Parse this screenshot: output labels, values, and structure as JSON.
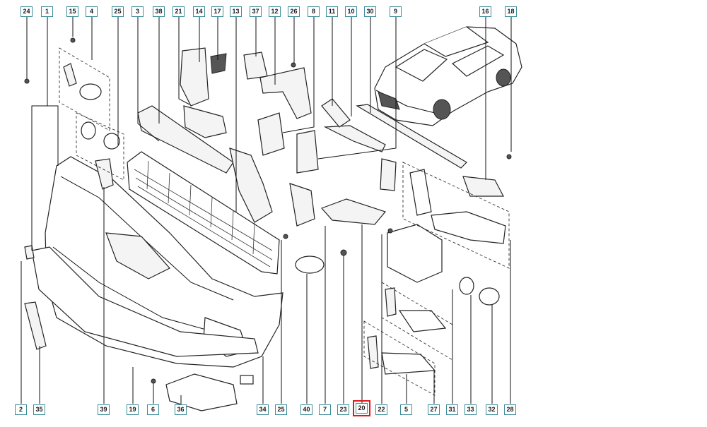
{
  "diagram": {
    "top_callouts": [
      "24",
      "1",
      "15",
      "4",
      "25",
      "3",
      "38",
      "21",
      "14",
      "17",
      "13",
      "37",
      "12",
      "26",
      "8",
      "11",
      "10",
      "30",
      "9",
      "16",
      "18"
    ],
    "bottom_callouts": [
      "2",
      "35",
      "39",
      "19",
      "6",
      "36",
      "34",
      "25",
      "40",
      "7",
      "23",
      "20",
      "22",
      "5",
      "27",
      "31",
      "33",
      "32",
      "28"
    ],
    "highlighted_callout": "20",
    "colors": {
      "callout_border": "#3c8d9a",
      "highlight": "#e01818",
      "line": "#222222"
    }
  }
}
